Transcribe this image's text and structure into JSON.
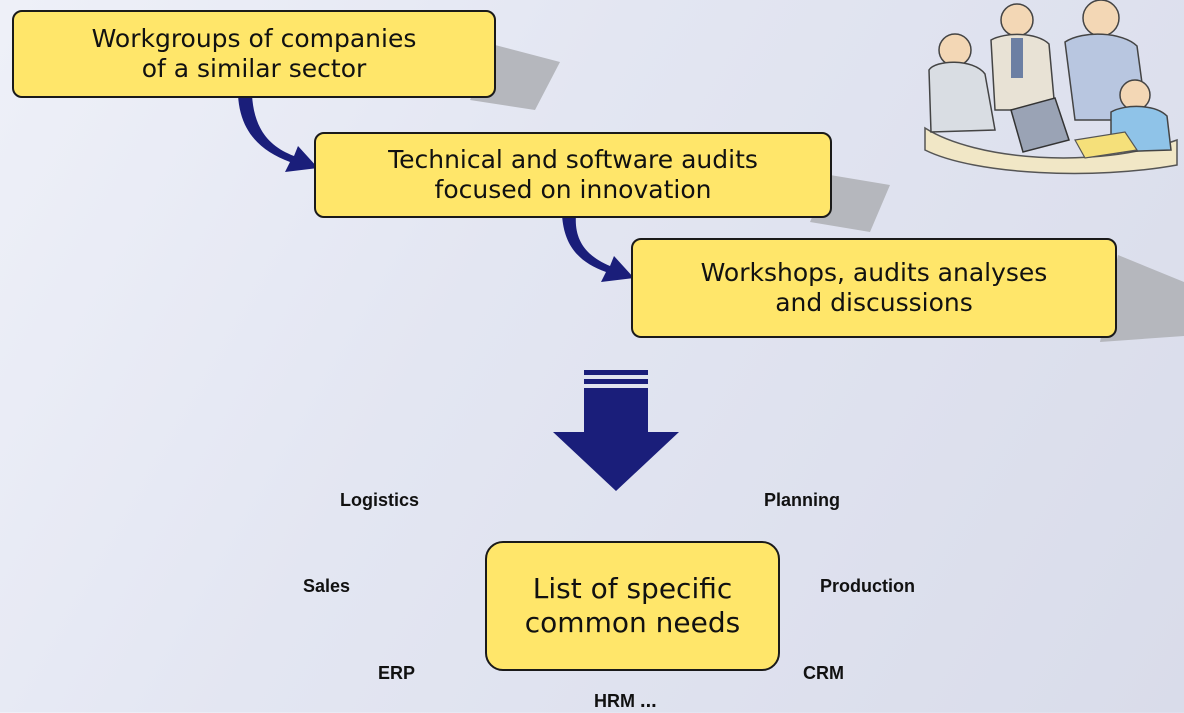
{
  "steps": [
    {
      "line1": "Workgroups of companies",
      "line2": "of a similar sector"
    },
    {
      "line1": "Technical and software audits",
      "line2": "focused on innovation"
    },
    {
      "line1": "Workshops, audits analyses",
      "line2": "and discussions"
    }
  ],
  "result": {
    "line1": "List of specific",
    "line2": "common needs"
  },
  "tags": {
    "logistics": "Logistics",
    "planning": "Planning",
    "sales": "Sales",
    "production": "Production",
    "erp": "ERP",
    "crm": "CRM",
    "hrm": "HRM",
    "ellipsis": "..."
  },
  "colors": {
    "box_fill": "#ffe66a",
    "arrow": "#1a1e7a",
    "background": "#e3e6f2"
  },
  "icons": {
    "illustration": "people-meeting-clipart-icon"
  }
}
